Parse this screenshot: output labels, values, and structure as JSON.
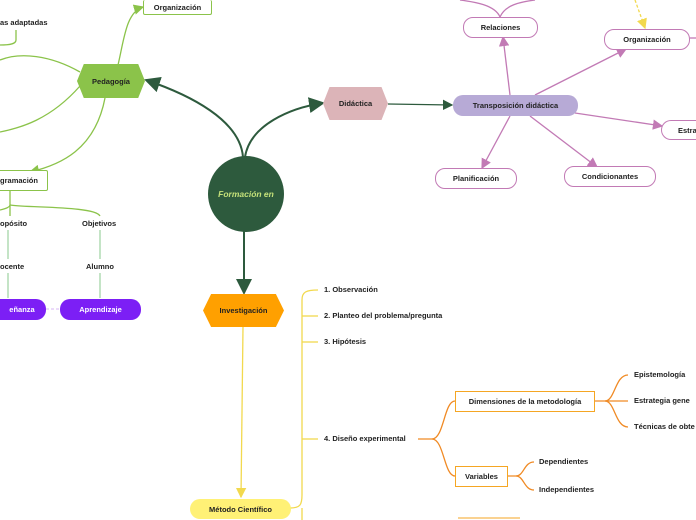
{
  "center": {
    "label": "Formación en"
  },
  "pedagogia": {
    "label": "Pedagogía",
    "items": {
      "organizacion": "Organización",
      "adaptadas": "as adaptadas",
      "programacion": "gramación",
      "proposito": "opósito",
      "objetivos": "Objetivos",
      "docente": "ocente",
      "alumno": "Alumno",
      "ensenanza": "eñanza",
      "aprendizaje": "Aprendizaje"
    }
  },
  "didactica": {
    "label": "Didáctica",
    "transposicion": "Transposición didáctica",
    "items": {
      "relaciones": "Relaciones",
      "organizacion": "Organización",
      "estrategias": "Estra",
      "planificacion": "Planificación",
      "condicionantes": "Condicionantes"
    }
  },
  "investigacion": {
    "label": "Investigación",
    "metodo": "Método Científico",
    "steps": [
      "1. Observación",
      "2. Planteo del problema/pregunta",
      "3. Hipótesis",
      "4. Diseño experimental"
    ],
    "dimensiones": {
      "label": "Dimensiones de la metodología",
      "items": [
        "Epistemología",
        "Estrategia gene",
        "Técnicas de obte"
      ]
    },
    "variables": {
      "label": "Variables",
      "items": [
        "Dependientes",
        "Independientes"
      ]
    }
  },
  "colors": {
    "center": "#2d5a3d",
    "pedagogia": "#8bc34a",
    "didactica": "#dcb4b8",
    "transposicion": "#b7aad6",
    "purple_line": "#c27ab5",
    "investigacion": "#ffa000",
    "metodo": "#fff176",
    "violet": "#7c1ff5",
    "orange_line": "#f08a24"
  }
}
